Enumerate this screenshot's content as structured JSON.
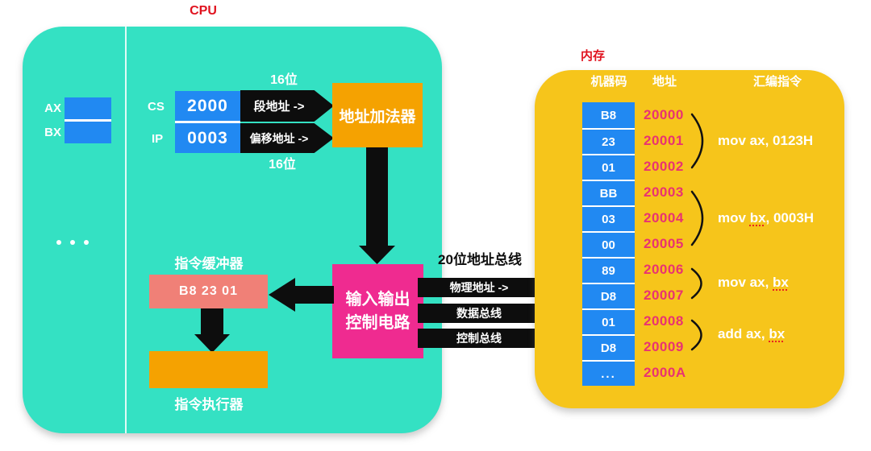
{
  "cpu": {
    "title": "CPU",
    "registers": {
      "ax_label": "AX",
      "bx_label": "BX",
      "cs_label": "CS",
      "cs_value": "2000",
      "ip_label": "IP",
      "ip_value": "0003"
    },
    "bit16_top": "16位",
    "bit16_bottom": "16位",
    "segment_arrow_label": "段地址 ->",
    "offset_arrow_label": "偏移地址 ->",
    "adder_label": "地址加法器",
    "buffer_title": "指令缓冲器",
    "buffer_value": "B8 23 01",
    "controller_line1": "输入输出",
    "controller_line2": "控制电路",
    "executor_title": "指令执行器"
  },
  "bus": {
    "title": "20位地址总线",
    "bars": [
      "物理地址 ->",
      "数据总线",
      "控制总线"
    ]
  },
  "memory": {
    "title": "内存",
    "headers": [
      "机器码",
      "地址",
      "汇编指令"
    ],
    "cells": [
      "B8",
      "23",
      "01",
      "BB",
      "03",
      "00",
      "89",
      "D8",
      "01",
      "D8",
      "..."
    ],
    "addresses": [
      "20000",
      "20001",
      "20002",
      "20003",
      "20004",
      "20005",
      "20006",
      "20007",
      "20008",
      "20009",
      "2000A"
    ],
    "instructions": [
      {
        "pre": "mov ax, 0123H",
        "ul": "",
        "post": ""
      },
      {
        "pre": "mov ",
        "ul": "bx",
        "post": ", 0003H"
      },
      {
        "pre": "mov ax, ",
        "ul": "bx",
        "post": ""
      },
      {
        "pre": "add ax, ",
        "ul": "bx",
        "post": ""
      }
    ]
  },
  "colors": {
    "teal": "#34E1C3",
    "yellow": "#F6C51B",
    "blue": "#2189F2",
    "orange": "#F5A201",
    "magenta": "#EF2B90",
    "salmon": "#F08077",
    "address_pink": "#E93272",
    "title_red": "#E0131F",
    "bus_black": "#0D0D0D"
  }
}
